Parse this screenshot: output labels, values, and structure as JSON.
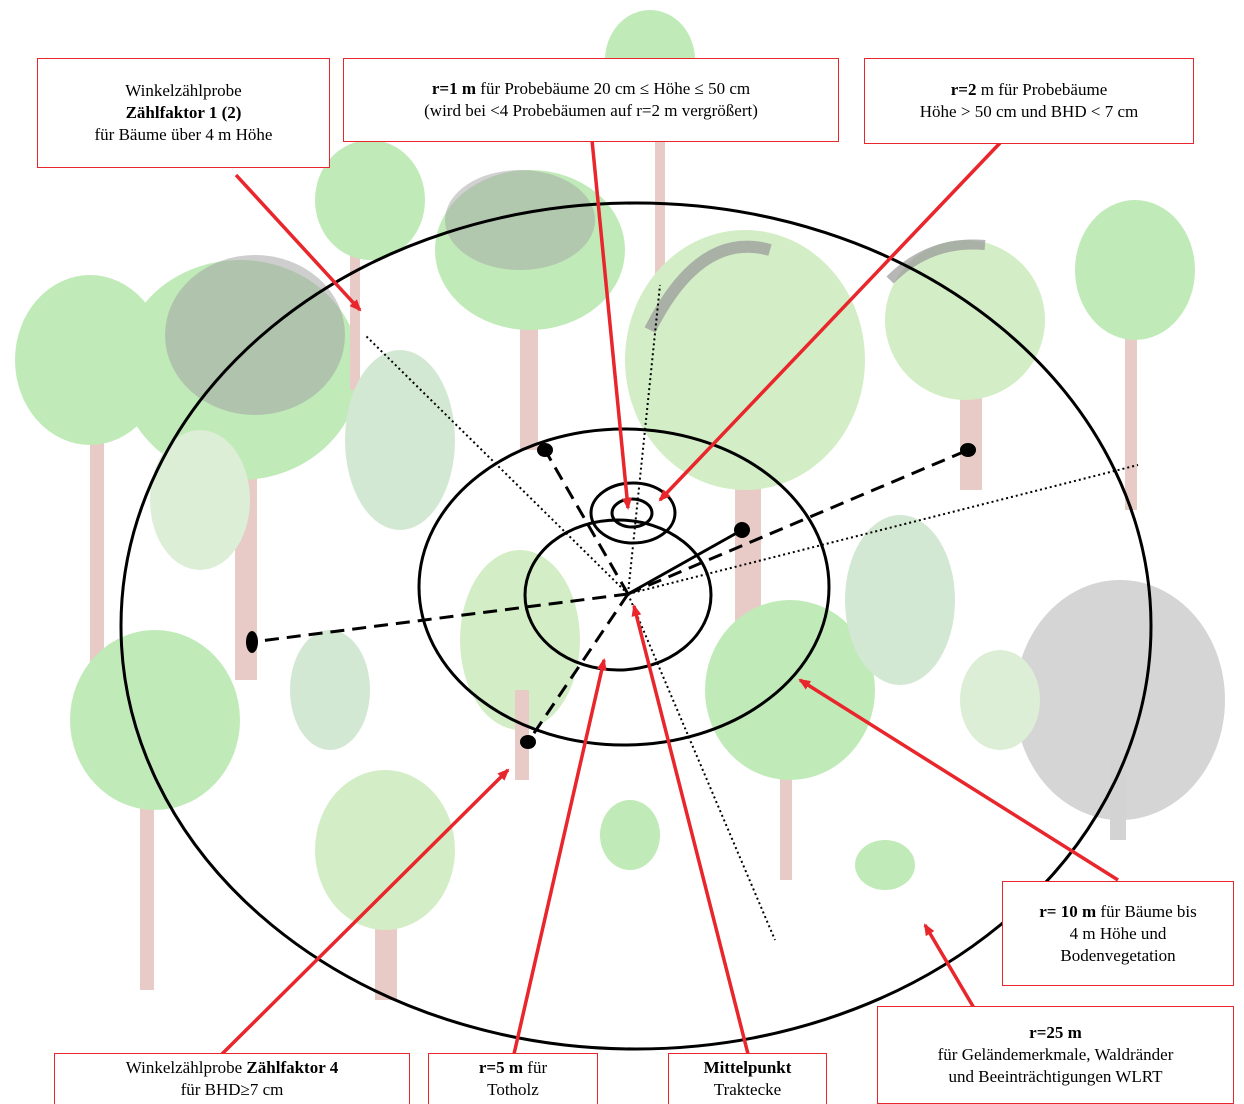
{
  "labels": {
    "relascope_1": {
      "line1": "Winkelzählprobe",
      "line2_bold": "Zählfaktor 1 (2)",
      "line3": "für Bäume über 4 m Höhe"
    },
    "r1": {
      "line1_bold": "r=1 m",
      "line1_rest": " für Probebäume 20 cm ≤ Höhe ≤ 50 cm",
      "line2": "(wird bei <4 Probebäumen auf r=2 m vergrößert)"
    },
    "r2": {
      "line1_bold": "r=2",
      "line1_rest": " m für Probebäume",
      "line2": "Höhe > 50 cm und BHD < 7 cm"
    },
    "r10": {
      "line1_bold": "r= 10 m",
      "line1_rest": " für Bäume bis",
      "line2": "4 m Höhe und",
      "line3": "Bodenvegetation"
    },
    "r25": {
      "line1_bold": "r=25 m",
      "line2": "für Geländemerkmale, Waldränder",
      "line3": "und Beeinträchtigungen WLRT"
    },
    "relascope_4": {
      "line1": "Winkelzählprobe ",
      "line1_bold": "Zählfaktor 4",
      "line2": "für BHD≥7 cm"
    },
    "r5": {
      "line1_bold": "r=5 m",
      "line1_rest": " für",
      "line2": "Totholz"
    },
    "center": {
      "line1_bold": "Mittelpunkt",
      "line2": "Traktecke"
    }
  },
  "colors": {
    "arrow": "#e8262b",
    "circle": "#000000",
    "tree_foliage": "#b9e8b0",
    "tree_shadow": "#8c8c8c",
    "trunk": "#e6c6c1"
  }
}
